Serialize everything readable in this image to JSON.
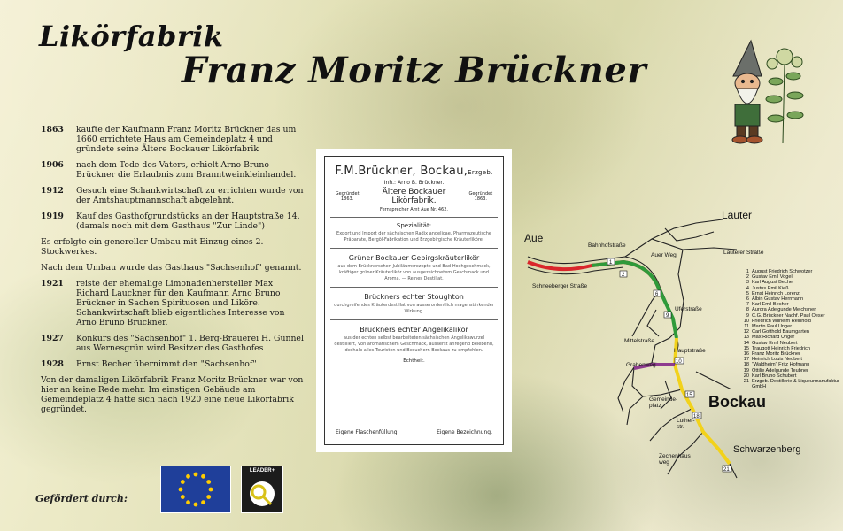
{
  "title": {
    "line1": "Likörfabrik",
    "line2": "Franz Moritz Brückner"
  },
  "history": {
    "entries": [
      {
        "year": "1863",
        "text": "kaufte der Kaufmann Franz Moritz Brückner das um 1660 errichtete Haus am Gemeindeplatz 4 und gründete seine Ältere Bockauer Likörfabrik"
      },
      {
        "year": "1906",
        "text": "nach dem Tode des Vaters, erhielt Arno Bruno Brückner die Erlaubnis zum Branntweinkleinhandel."
      },
      {
        "year": "1912",
        "text": "Gesuch eine Schankwirtschaft zu errichten wurde von der Amtshauptmannschaft abgelehnt."
      },
      {
        "year": "1919",
        "text": "Kauf des Gasthofgrundstücks an der Hauptstraße 14. (damals noch mit dem Gasthaus \"Zur Linde\")"
      }
    ],
    "para1": "Es erfolgte ein genereller Umbau mit Einzug eines 2. Stockwerkes.",
    "para2": "Nach dem Umbau wurde das Gasthaus \"Sachsenhof\" genannt.",
    "entries2": [
      {
        "year": "1921",
        "text": "reiste der ehemalige Limonadenhersteller Max Richard Lauckner für den Kaufmann Arno Bruno Brückner in Sachen Spirituosen und Liköre. Schankwirtschaft blieb eigentliches Interesse von Arno Bruno Brückner."
      },
      {
        "year": "1927",
        "text": "Konkurs des \"Sachsenhof\" 1. Berg-Brauerei H. Günnel aus Wernesgrün wird Besitzer des Gasthofes"
      },
      {
        "year": "1928",
        "text": "Ernst Becher übernimmt den \"Sachsenhof\""
      }
    ],
    "closing": "Von der damaligen Likörfabrik Franz Moritz Brückner war von hier an keine Rede mehr. Im einstigen Gebäude am Gemeindeplatz 4 hatte sich nach 1920 eine neue Likörfabrik gegründet."
  },
  "ad": {
    "firm": "F.M.Brückner, Bockau,",
    "firm_suffix": "Erzgeb.",
    "owner": "Inh.: Arno B. Brückner.",
    "left_note": "Gegründet 1863.",
    "center": "Ältere Bockauer Likörfabrik.",
    "right_note": "Gegründet 1863.",
    "phone": "Fernsprecher Amt Aue Nr. 462.",
    "speciality_label": "Spezialität:",
    "speciality_text": "Export und Import der sächsischen Radix angelicae, Pharmazeutische Präparate, Bergöl-Fabrikation und Erzgebirgische Kräuterliköre.",
    "h1": "Grüner Bockauer Gebirgskräuterlikör",
    "p1": "aus dem Brücknerschen Jubiläumsrezepte und Bad-Hochgeschmack, kräftiger grüner Kräuterlikör von ausgezeichnetem Geschmack und Aroma. — Reines Destillat.",
    "h2": "Brückners echter Stoughton",
    "p2": "durchgreifendes Kräuterdestillat von ausserordentlich magenstärkender Wirkung.",
    "h3": "Brückners echter Angelikalikör",
    "p3": "aus der echten selbst bearbeiteten sächsischen Angelikawurzel destilliert, von aromatischem Geschmack, äusserst anregend belebend, deshalb alles Touristen und Besuchern Bockaus zu empfehlen.",
    "echt": "Echtheit.",
    "foot_left": "Eigene Flaschenfüllung.",
    "foot_right": "Eigene Bezeichnung."
  },
  "map": {
    "town_lauter": "Lauter",
    "town_aue": "Aue",
    "town_bockau": "Bockau",
    "town_schwarzenberg": "Schwarzenberg",
    "street_bahnhof": "Bahnhofstraße",
    "street_auer": "Auer Weg",
    "street_lauterer": "Lauterer Straße",
    "street_schneeberger": "Schneeberger Straße",
    "street_ufer": "Uferstraße",
    "street_mittel": "Mittelstraße",
    "street_haupt": "Hauptstraße",
    "street_graben": "Grabenweg",
    "street_gemeinde": "Gemeinde-\nplatz",
    "street_luther": "Luther-\nstr.",
    "street_zechenhaus": "Zechenhaus\nweg",
    "legend": [
      {
        "n": "1",
        "name": "August Friedrich Schwotzer"
      },
      {
        "n": "2",
        "name": "Gustav Emil Vogel"
      },
      {
        "n": "3",
        "name": "Karl August Becher"
      },
      {
        "n": "4",
        "name": "Justus Emil Kieß"
      },
      {
        "n": "5",
        "name": "Ernst Heinrich Lorenz"
      },
      {
        "n": "6",
        "name": "Albin Gustav Herrmann"
      },
      {
        "n": "7",
        "name": "Karl Emil Becher"
      },
      {
        "n": "8",
        "name": "Aurora Adelgunde Meichsner"
      },
      {
        "n": "9",
        "name": "C.G. Brückner Nachf. Paul Oeser"
      },
      {
        "n": "10",
        "name": "Friedrich Wilhelm Reinhold"
      },
      {
        "n": "11",
        "name": "Martin Paul Unger"
      },
      {
        "n": "12",
        "name": "Carl Gotthold Baumgarten"
      },
      {
        "n": "13",
        "name": "Max Richard Unger"
      },
      {
        "n": "14",
        "name": "Gustav Emil Neubert"
      },
      {
        "n": "15",
        "name": "Traugott Heinrich Friedrich"
      },
      {
        "n": "16",
        "name": "Franz Moritz Brückner"
      },
      {
        "n": "17",
        "name": "Heinrich Louis Neubert"
      },
      {
        "n": "18",
        "name": "\"Waldheim\" Fritz Hofmann"
      },
      {
        "n": "19",
        "name": "Ottilie Adelgunde Teubner"
      },
      {
        "n": "20",
        "name": "Karl Bruno Schubert"
      },
      {
        "n": "21",
        "name": "Erzgeb. Destillerie & Liqueurmanufaktur GmbH"
      }
    ]
  },
  "sponsor": {
    "label": "Gefördert durch:",
    "leader_text": "LEADER+"
  },
  "colors": {
    "route_red": "#d9262b",
    "route_green": "#2f9a3a",
    "route_yellow": "#f2d21b",
    "route_purple": "#8e3b8f",
    "eu_blue": "#1f3f9a",
    "eu_star": "#ffcc00"
  }
}
